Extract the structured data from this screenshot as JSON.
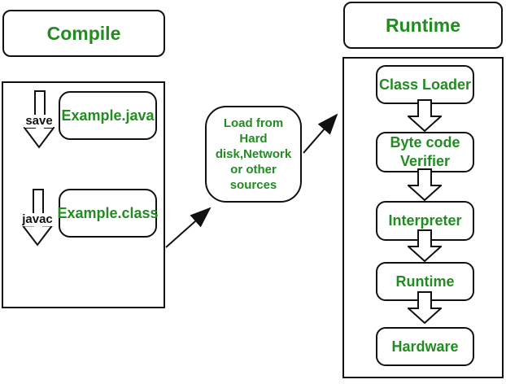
{
  "colors": {
    "text_green": "#228B22",
    "line_black": "#111111",
    "background": "#ffffff"
  },
  "stage_labels": {
    "compile": "Compile",
    "runtime": "Runtime"
  },
  "compile_flow": {
    "save_arrow_label": "save",
    "source_file": "Example.java",
    "javac_arrow_label": "javac",
    "compiled_file": "Example.class"
  },
  "load_box": {
    "text": "Load from\nHard\ndisk,Network\nor other\nsources"
  },
  "runtime_flow": {
    "steps": [
      "Class Loader",
      "Byte code\nVerifier",
      "Interpreter",
      "Runtime",
      "Hardware"
    ]
  }
}
